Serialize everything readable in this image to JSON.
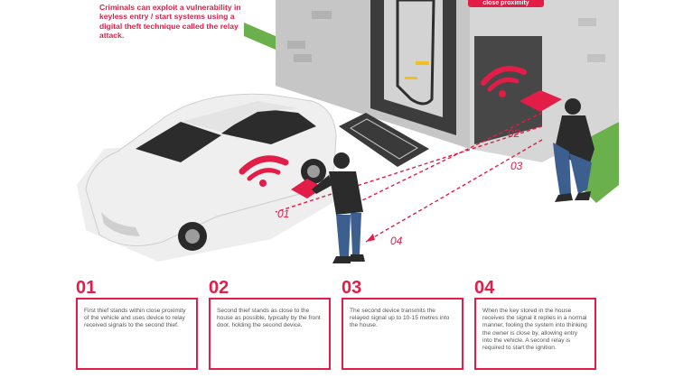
{
  "intro_text": "Criminals can exploit a vulnerability in keyless entry / start systems using a digital theft technique called the relay attack.",
  "house_tag": "close proximity",
  "scene_labels": [
    "01",
    "02",
    "03",
    "04"
  ],
  "steps": [
    {
      "number": "01",
      "text": "First thief stands within close proximity of the vehicle and uses device to relay received signals to the second thief."
    },
    {
      "number": "02",
      "text": "Second thief stands as close to the house as possible, typically by the front door, holding the second device."
    },
    {
      "number": "03",
      "text": "The second device transmits the relayed signal up to 10-15 metres into the house."
    },
    {
      "number": "04",
      "text": "When the key stored in the house receives the signal it replies in a normal manner, fooling the system into thinking the owner is close by, allowing entry into the vehicle. A second relay is required to start the ignition."
    }
  ],
  "colors": {
    "accent": "#e11d48",
    "wall": "#cbcbcb",
    "grass": "#6ab04c",
    "thief": "#2b2b2b",
    "jeans": "#3d5f8f"
  }
}
